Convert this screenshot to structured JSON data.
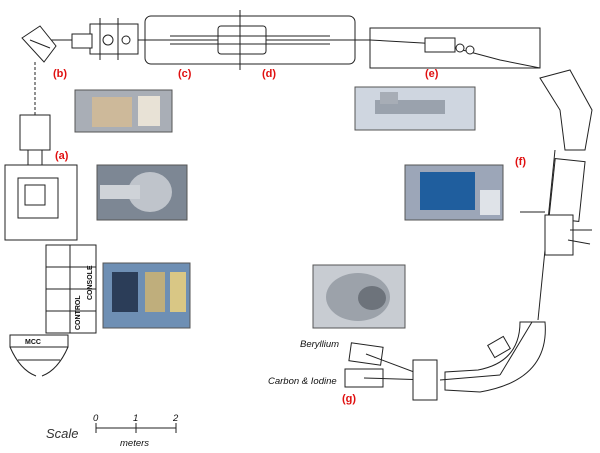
{
  "labels": {
    "a": "(a)",
    "b": "(b)",
    "c": "(c)",
    "d": "(d)",
    "e": "(e)",
    "f": "(f)",
    "g": "(g)"
  },
  "targets": {
    "beryllium": "Beryllium",
    "carbon_iodine": "Carbon & Iodine"
  },
  "console": {
    "line1": "CONTROL",
    "line2": "CONSOLE"
  },
  "mcc": "MCC",
  "scale": {
    "word": "Scale",
    "tick0": "0",
    "tick1": "1",
    "tick2": "2",
    "unit": "meters"
  },
  "colors": {
    "label_red": "#e01010",
    "line": "#222222"
  }
}
